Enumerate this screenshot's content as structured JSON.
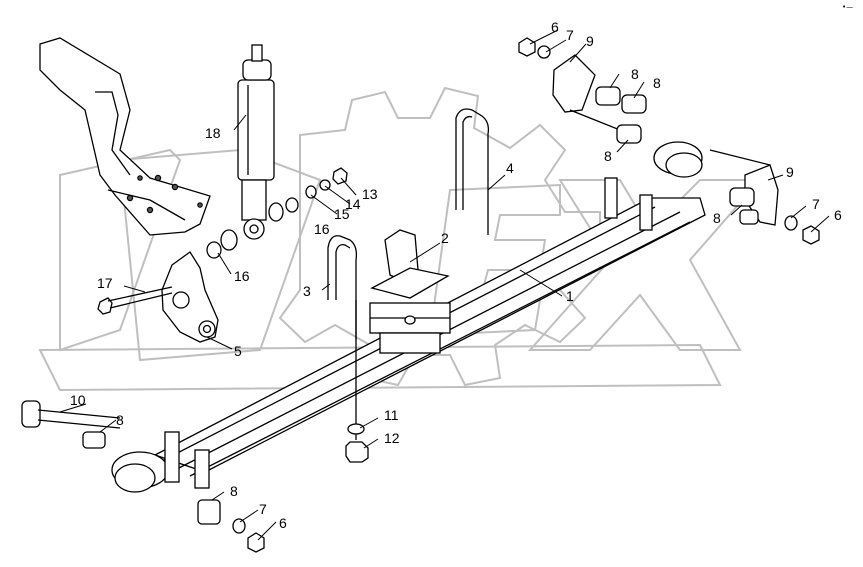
{
  "diagram": {
    "type": "exploded parts diagram",
    "corner_mark": "•—",
    "callouts": [
      {
        "id": "c1",
        "label": "1"
      },
      {
        "id": "c2",
        "label": "2"
      },
      {
        "id": "c3",
        "label": "3"
      },
      {
        "id": "c4",
        "label": "4"
      },
      {
        "id": "c5",
        "label": "5"
      },
      {
        "id": "c6a",
        "label": "6"
      },
      {
        "id": "c6b",
        "label": "6"
      },
      {
        "id": "c6c",
        "label": "6"
      },
      {
        "id": "c7a",
        "label": "7"
      },
      {
        "id": "c7b",
        "label": "7"
      },
      {
        "id": "c7c",
        "label": "7"
      },
      {
        "id": "c8a",
        "label": "8"
      },
      {
        "id": "c8b",
        "label": "8"
      },
      {
        "id": "c8c",
        "label": "8"
      },
      {
        "id": "c8d",
        "label": "8"
      },
      {
        "id": "c8e",
        "label": "8"
      },
      {
        "id": "c8f",
        "label": "8"
      },
      {
        "id": "c9a",
        "label": "9"
      },
      {
        "id": "c9b",
        "label": "9"
      },
      {
        "id": "c10",
        "label": "10"
      },
      {
        "id": "c11",
        "label": "11"
      },
      {
        "id": "c12",
        "label": "12"
      },
      {
        "id": "c13",
        "label": "13"
      },
      {
        "id": "c14",
        "label": "14"
      },
      {
        "id": "c15",
        "label": "15"
      },
      {
        "id": "c16a",
        "label": "16"
      },
      {
        "id": "c16b",
        "label": "16"
      },
      {
        "id": "c17",
        "label": "17"
      },
      {
        "id": "c18",
        "label": "18"
      }
    ]
  }
}
